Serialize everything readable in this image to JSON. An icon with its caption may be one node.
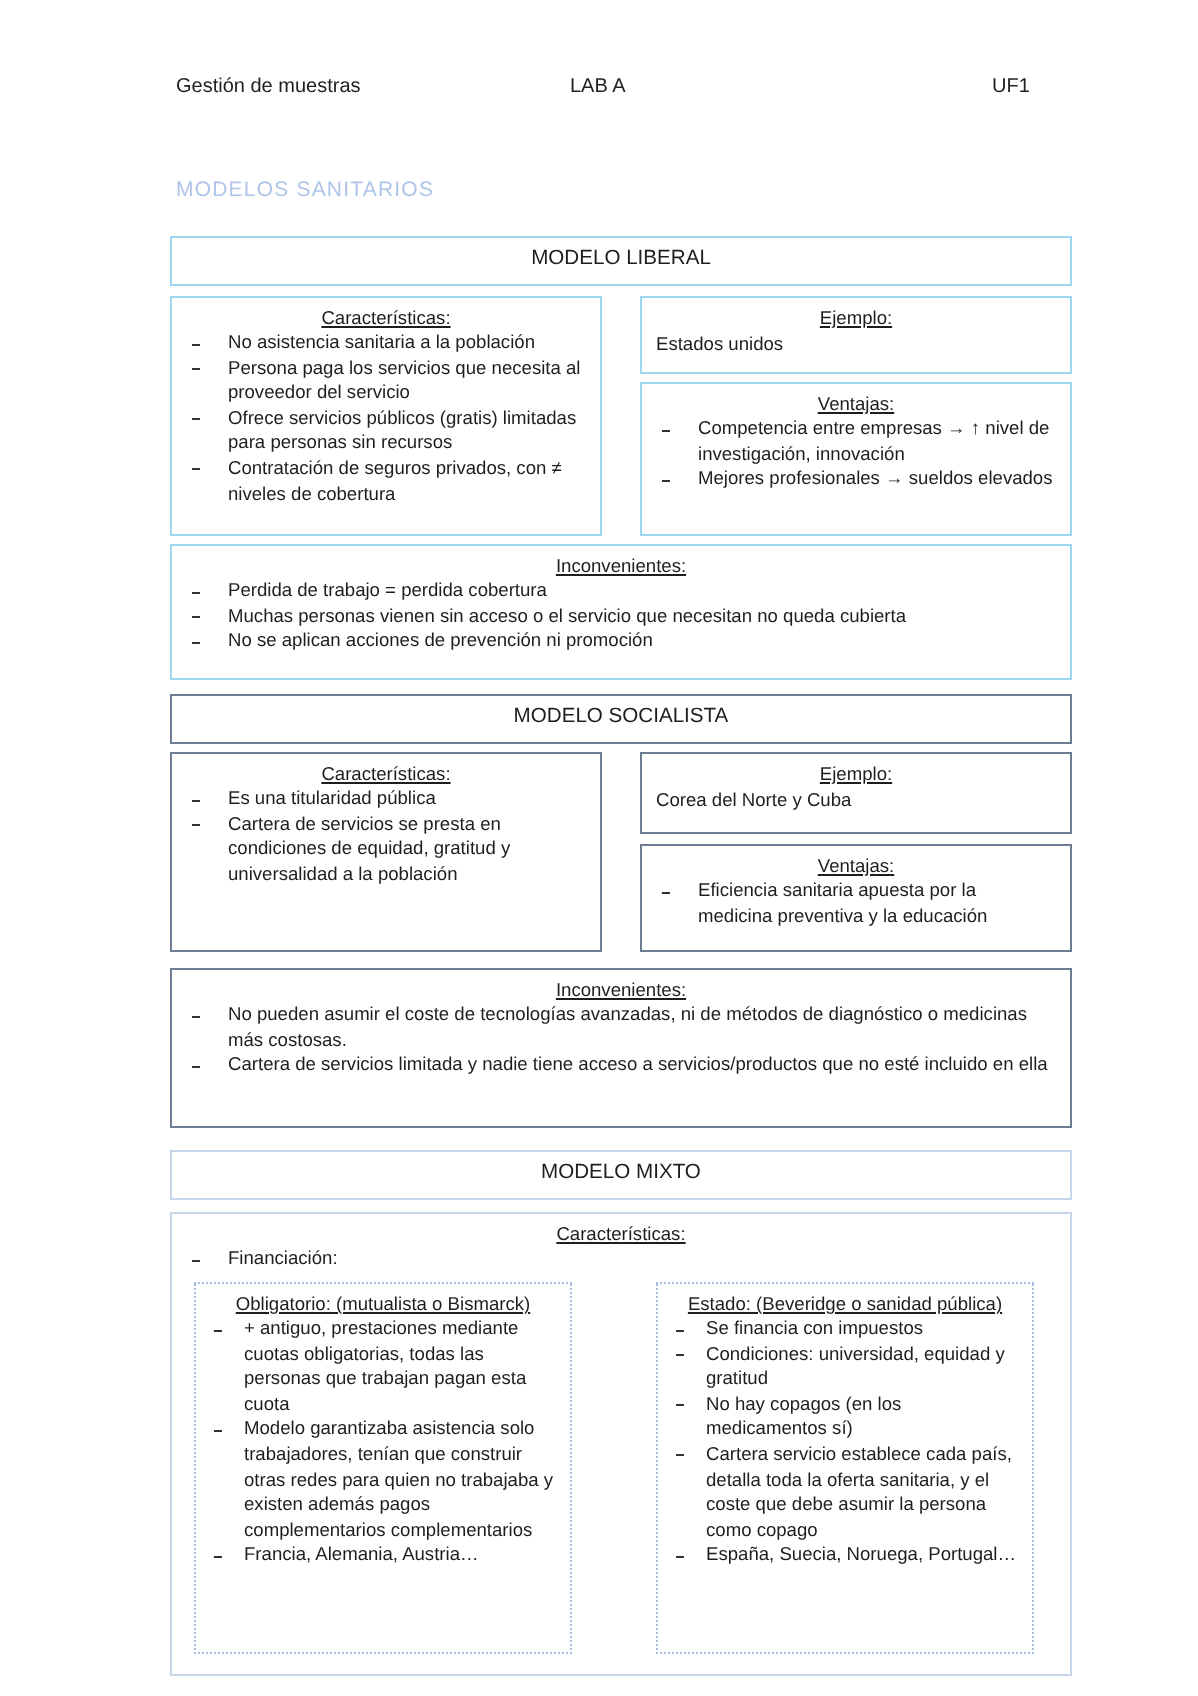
{
  "diagram": {
    "title": "MODELOS SANITARIOS",
    "labels": [
      "Gestión de muestras",
      "LAB A",
      "UF1"
    ],
    "nodes": [
      {
        "text": [
          "MODELO LIBERAL"
        ]
      },
      {
        "text": [
          "Características:",
          "No asistencia sanitaria a la población",
          "Persona paga los servicios que necesita al proveedor del servicio",
          "Ofrece servicios públicos (gratis) limitadas para personas sin recursos",
          "Contratación de seguros privados, con ≠ niveles de cobertura"
        ]
      },
      {
        "text": [
          "Ejemplo:",
          "Estados unidos"
        ]
      },
      {
        "text": [
          "Ventajas:",
          "Competencia entre empresas → ↑ nivel de investigación, innovación",
          "Mejores profesionales → sueldos elevados"
        ]
      },
      {
        "text": [
          "Inconvenientes:",
          "Perdida de trabajo = perdida cobertura",
          "Muchas personas vienen sin acceso o el servicio que necesitan no queda cubierta",
          "No se aplican acciones de prevención ni promoción"
        ]
      },
      {
        "text": [
          "MODELO SOCIALISTA"
        ]
      },
      {
        "text": [
          "Características:",
          "Es una titularidad pública",
          "Cartera de servicios se presta en condiciones de equidad, gratitud y universalidad a la población"
        ]
      },
      {
        "text": [
          "Ejemplo:",
          "Corea del Norte y Cuba"
        ]
      },
      {
        "text": [
          "Ventajas:",
          "Eficiencia sanitaria apuesta por la medicina preventiva y la educación"
        ]
      },
      {
        "text": [
          "Inconvenientes:",
          "No pueden asumir el coste de tecnologías avanzadas, ni de métodos de diagnóstico o medicinas más costosas.",
          "Cartera de servicios limitada y nadie tiene acceso a servicios/productos que no esté incluido en ella"
        ]
      },
      {
        "text": [
          "MODELO MIXTO"
        ]
      },
      {
        "text": [
          "Características:",
          "Financiación:"
        ]
      },
      {
        "text": [
          "Obligatorio: (mutualista o Bismarck)",
          "+ antiguo, prestaciones mediante cuotas obligatorias, todas las personas que trabajan pagan esta cuota",
          "Modelo garantizaba asistencia solo trabajadores, tenían que construir otras redes para quien no trabajaba y existen además pagos complementarios complementarios",
          "Francia, Alemania, Austria…"
        ],
        "in": 11
      },
      {
        "text": [
          "Estado: (Beveridge o sanidad pública)",
          "Se financia con impuestos",
          "Condiciones: universidad, equidad y gratitud",
          "No hay copagos (en los medicamentos sí)",
          "Cartera servicio establece cada país, detalla toda la oferta sanitaria, y el coste que debe asumir la persona como copago",
          "España, Suecia, Noruega, Portugal…"
        ],
        "in": 11
      }
    ]
  }
}
